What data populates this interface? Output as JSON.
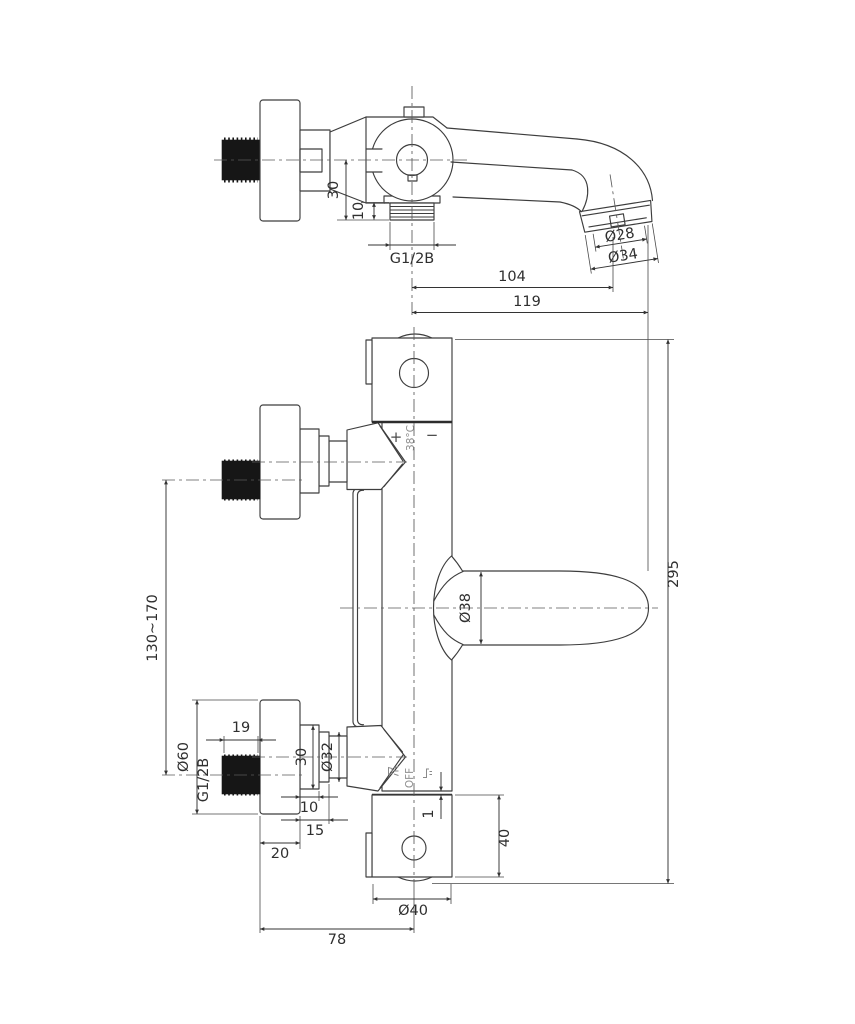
{
  "side": {
    "d30": "30",
    "d10": "10",
    "thread": "G1/2B",
    "d28": "Ø28",
    "d34": "Ø34",
    "d104": "104",
    "d119": "119"
  },
  "front": {
    "plus": "+",
    "temp": "38°C",
    "minus": "−",
    "off": "OFF",
    "range": "130~170",
    "d60": "Ø60",
    "thread": "G1/2B",
    "d19": "19",
    "d30": "30",
    "d32": "Ø32",
    "d10": "10",
    "d15": "15",
    "d20": "20",
    "d38": "Ø38",
    "d295": "295",
    "d1": "1",
    "d40": "40",
    "d40dia": "Ø40",
    "d78": "78"
  },
  "colors": {
    "line": "#3d3d3d",
    "dim": "#2f2f2f",
    "marking": "#8f8f8f",
    "paper": "#ffffff",
    "solid": "#161616"
  }
}
